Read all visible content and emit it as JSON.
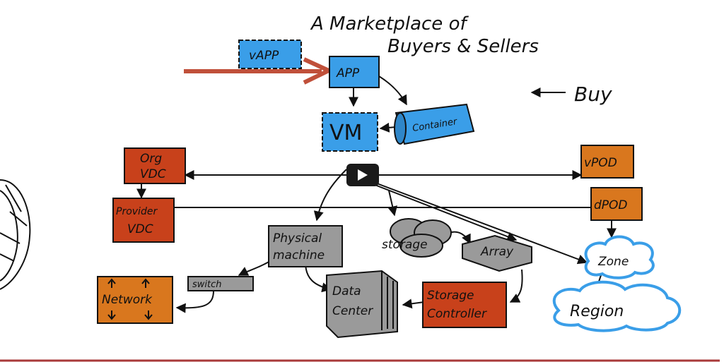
{
  "title_line1": "A Marketplace of",
  "title_line2": "Buyers & Sellers",
  "buy_label": "Buy",
  "nodes": {
    "vapp": "vAPP",
    "app": "APP",
    "vm": "VM",
    "container": "Container",
    "org_vdc_1": "Org",
    "org_vdc_2": "VDC",
    "provider_vdc_1": "Provider",
    "provider_vdc_2": "VDC",
    "vpod": "vPOD",
    "dpod": "dPOD",
    "physical_machine_1": "Physical",
    "physical_machine_2": "machine",
    "storage": "storage",
    "array": "Array",
    "zone": "Zone",
    "region": "Region",
    "switch": "switch",
    "network": "Network",
    "data_center_1": "Data",
    "data_center_2": "Center",
    "storage_controller_1": "Storage",
    "storage_controller_2": "Controller"
  },
  "colors": {
    "blue": "#3a9ee8",
    "orange_red": "#c8411b",
    "orange": "#d9771e",
    "gray": "#9a9a9a",
    "red_arrow": "#c0503a",
    "bottom_rule": "#a83838"
  },
  "icons": {
    "play": "play-icon",
    "pointer_arrow": "red-arrow-icon",
    "buy_arrow": "left-arrow-icon"
  }
}
